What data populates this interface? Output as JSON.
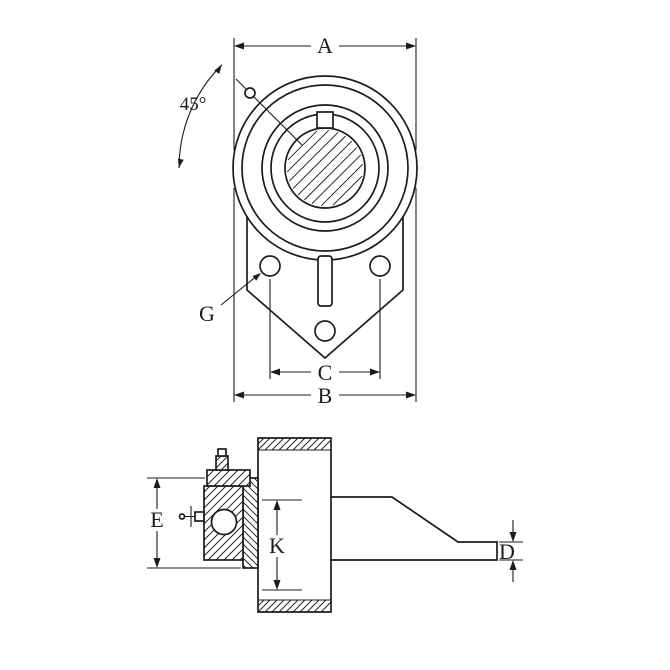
{
  "drawing": {
    "background": "#ffffff",
    "line_color": "#1c1c1c"
  },
  "labels": {
    "dim_a": "A",
    "dim_b": "B",
    "dim_c": "C",
    "dim_d": "D",
    "dim_e": "E",
    "dim_g": "G",
    "dim_k": "K",
    "angle_45": "45°"
  }
}
